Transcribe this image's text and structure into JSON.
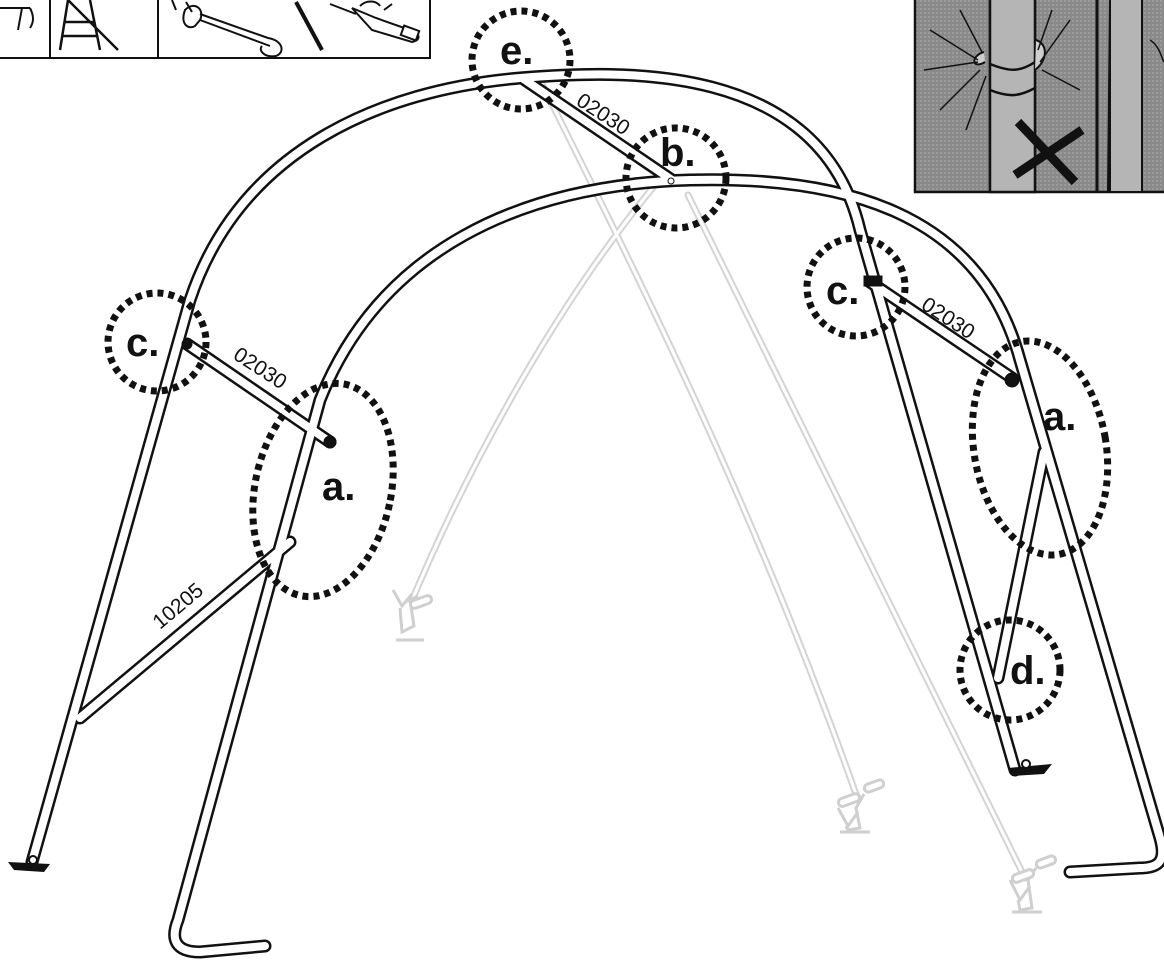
{
  "tools_panel": {
    "icons": [
      "tent-stake-icon",
      "step-ladder-icon",
      "wrench-icon",
      "screwdriver-icon",
      "drill-bit-icon"
    ]
  },
  "warning_panel": {
    "icons": [
      "fabric-tear-icon",
      "prohibited-x-icon"
    ]
  },
  "part_labels": {
    "brace_top": "02030",
    "brace_left": "02030",
    "brace_right": "02030",
    "leg_brace": "10205"
  },
  "callouts": {
    "a_left": "a.",
    "a_right": "a.",
    "b": "b.",
    "c_left": "c.",
    "c_right": "c.",
    "d": "d.",
    "e": "e."
  },
  "colors": {
    "line": "#111111",
    "ghost": "#d4d4d4",
    "warning_bg": "#8f8f8f"
  }
}
